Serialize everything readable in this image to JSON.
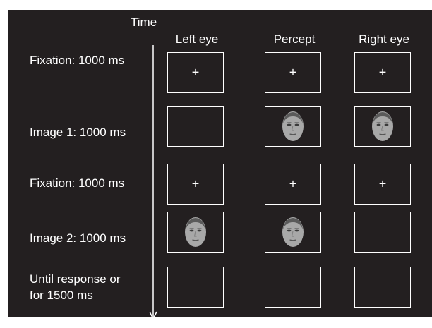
{
  "diagram": {
    "time_label": "Time",
    "columns": [
      "Left eye",
      "Percept",
      "Right eye"
    ],
    "rows": [
      {
        "label": "Fixation: 1000 ms",
        "cells": [
          "+",
          "+",
          "+"
        ]
      },
      {
        "label": "Image 1: 1000 ms",
        "cells": [
          "",
          "face",
          "face"
        ]
      },
      {
        "label": "Fixation: 1000 ms",
        "cells": [
          "+",
          "+",
          "+"
        ]
      },
      {
        "label": "Image 2: 1000 ms",
        "cells": [
          "face",
          "face",
          ""
        ]
      },
      {
        "label": "Until response or\nfor 1500 ms",
        "cells": [
          "",
          "",
          ""
        ]
      }
    ]
  },
  "colors": {
    "background": "#231f20",
    "foreground": "#ffffff"
  }
}
